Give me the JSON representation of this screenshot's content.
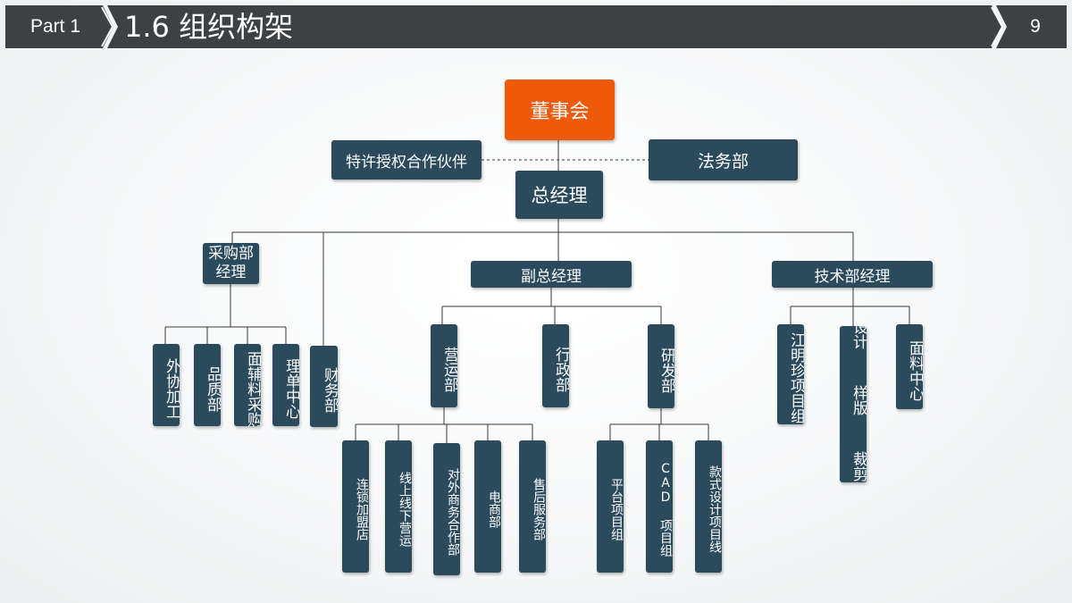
{
  "header": {
    "part": "Part 1",
    "title": "1.6 组织构架",
    "page": "9",
    "colors": {
      "bar": "#3d4144",
      "box": "#2b4a5c",
      "accent": "#ee5a0b"
    }
  },
  "org": {
    "board": "董事会",
    "franchise_partner": "特许授权合作伙伴",
    "legal": "法务部",
    "gm": "总经理",
    "purchasing_manager": "采购部\n经理",
    "deputy_gm": "副总经理",
    "tech_manager": "技术部经理",
    "purchasing_units": [
      "外协加工",
      "品质部",
      "面辅料采购",
      "理单中心"
    ],
    "finance": "财务部",
    "deputy_units": [
      "营运部",
      "行政部",
      "研发部"
    ],
    "operations_units": [
      "连锁加盟店",
      "线上线下营运",
      "对外商务合作部",
      "电商部",
      "售后服务部"
    ],
    "rd_units": [
      "平台项目组",
      "CAD 项目组",
      "款式设计项目线"
    ],
    "tech_units": [
      "江明珍项目组",
      "设计  样版  裁剪组",
      "面料中心"
    ]
  }
}
